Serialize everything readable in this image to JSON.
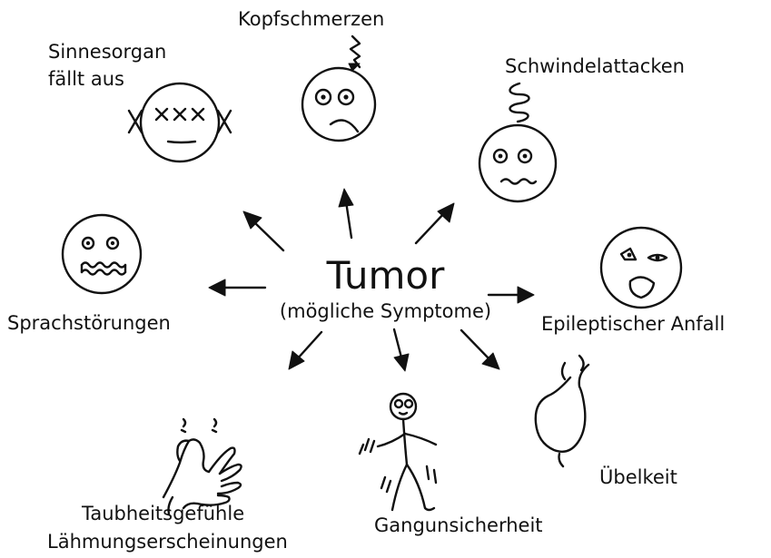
{
  "center": {
    "title": "Tumor",
    "subtitle": "(mögliche Symptome)"
  },
  "symptoms": [
    {
      "key": "kopfschmerzen",
      "label": "Kopfschmerzen"
    },
    {
      "key": "sinnesorgan",
      "label_line1": "Sinnesorgan",
      "label_line2": "fällt aus"
    },
    {
      "key": "schwindel",
      "label": "Schwindelattacken"
    },
    {
      "key": "sprache",
      "label": "Sprachstörungen"
    },
    {
      "key": "epilepsie",
      "label": "Epileptischer Anfall"
    },
    {
      "key": "taubheit",
      "label_line1": "Taubheitsgefühle",
      "label_line2": "Lähmungserscheinungen"
    },
    {
      "key": "gang",
      "label": "Gangunsicherheit"
    },
    {
      "key": "uebelkeit",
      "label": "Übelkeit"
    }
  ],
  "icons": {
    "sinnesorgan": "face-crossed-eyes-icon",
    "kopfschmerzen": "face-headache-icon",
    "schwindel": "face-dizzy-icon",
    "sprache": "face-wavy-mouth-icon",
    "epilepsie": "face-seizure-icon",
    "taubheit": "hand-numb-icon",
    "gang": "stick-figure-stumbling-icon",
    "uebelkeit": "stomach-icon"
  }
}
